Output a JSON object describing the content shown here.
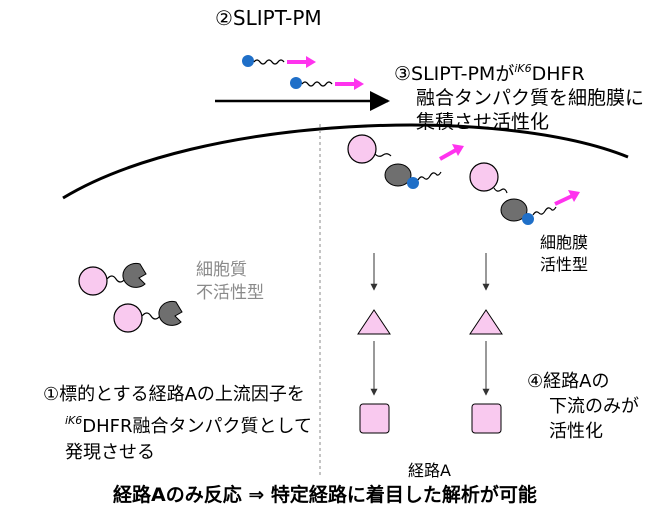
{
  "step2": {
    "label": "②SLIPT-PM"
  },
  "step3": {
    "line1_pre": "③SLIPT-PM",
    "line1_mid": "が",
    "line1_sup": "iK6",
    "line1_post": "DHFR",
    "line2": "融合タンパク質を細胞膜に",
    "line3": "集積させ活性化"
  },
  "cytoplasm": {
    "line1": "細胞質",
    "line2": "不活性型"
  },
  "membrane": {
    "line1": "細胞膜",
    "line2": "活性型"
  },
  "step1": {
    "line1": "①標的とする経路Aの上流因子を",
    "line2_sup": "iK6",
    "line2_post": "DHFR融合タンパク質として",
    "line3": "発現させる"
  },
  "step4": {
    "line1": "④経路Aの",
    "line2": "下流のみが",
    "line3": "活性化"
  },
  "pathway": {
    "label": "経路A"
  },
  "bottom": {
    "text": "経路Aのみ反応 ⇒ 特定経路に着目した解析が可能"
  },
  "colors": {
    "pink_fill": "#f9c9ef",
    "gray_fill": "#6f6f6f",
    "blue_dot": "#1f6fc8",
    "magenta_arrow": "#ff33ee",
    "gray_text": "#8a8a8a"
  }
}
